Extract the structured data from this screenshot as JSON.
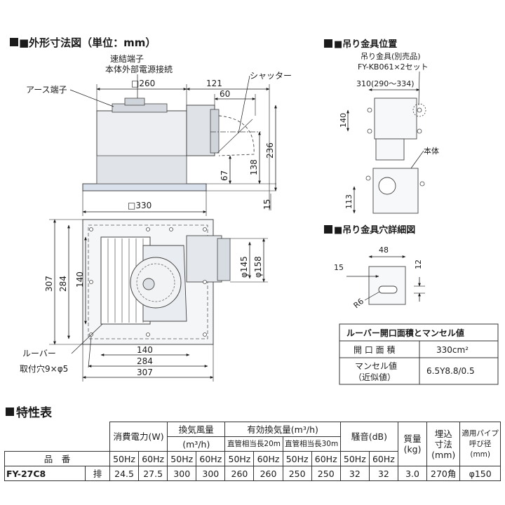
{
  "outline": {
    "title": "■外形寸法図（単位：mm）",
    "labels": {
      "terminal_quick": "速結端子",
      "terminal_quick_sub": "本体外部電源接続",
      "earth": "アース端子",
      "shutter": "シャッター",
      "louver": "ルーバー",
      "mount_holes": "取付穴9×φ5"
    },
    "dims": {
      "d260": "□260",
      "d121": "121",
      "d60": "60",
      "d236": "236",
      "d138": "138",
      "d67": "67",
      "d330": "□330",
      "d15": "15",
      "d307v": "307",
      "d284v": "284",
      "d140v": "140",
      "d145": "φ145",
      "d158": "φ158",
      "d140h": "140",
      "d284h": "284",
      "d307h": "307"
    }
  },
  "hanger": {
    "title": "■吊り金具位置",
    "label_hanger": "吊り金具(別売品)",
    "label_part": "FY-KB061×2セット",
    "dim_310": "310(290〜334)",
    "dim_140": "140",
    "dim_113": "113",
    "label_body": "本体"
  },
  "hole_detail": {
    "title": "■吊り金具穴詳細図",
    "dim_48": "48",
    "dim_15": "15",
    "dim_12": "12",
    "dim_r6": "R6"
  },
  "louver_table": {
    "header": "ルーバー開口面積とマンセル値",
    "rows": [
      {
        "label": "開 口 面 積",
        "value": "330cm²"
      },
      {
        "label": "マンセル値\n（近似値）",
        "value": "6.5Y8.8/0.5"
      }
    ]
  },
  "spec": {
    "title": "特性表",
    "headers": {
      "power": "消費電力(W)",
      "airflow": "換気風量",
      "airflow_unit": "(m³/h)",
      "effective": "有効換気量(m³/h)",
      "pipe20": "直管相当長20m",
      "pipe30": "直管相当長30m",
      "noise": "騒音(dB)",
      "mass": "質量",
      "mass_unit": "(kg)",
      "embed": "埋込",
      "embed2": "寸法",
      "embed_unit": "(mm)",
      "pipe": "適用パイプ",
      "pipe2": "呼び径",
      "pipe_unit": "(mm)",
      "model_label": "品　番",
      "hz50": "50Hz",
      "hz60": "60Hz"
    },
    "row": {
      "model": "FY-27C8",
      "type": "排",
      "values": [
        "24.5",
        "27.5",
        "300",
        "300",
        "260",
        "260",
        "250",
        "250",
        "32",
        "32",
        "3.0",
        "270角",
        "φ150"
      ]
    }
  }
}
